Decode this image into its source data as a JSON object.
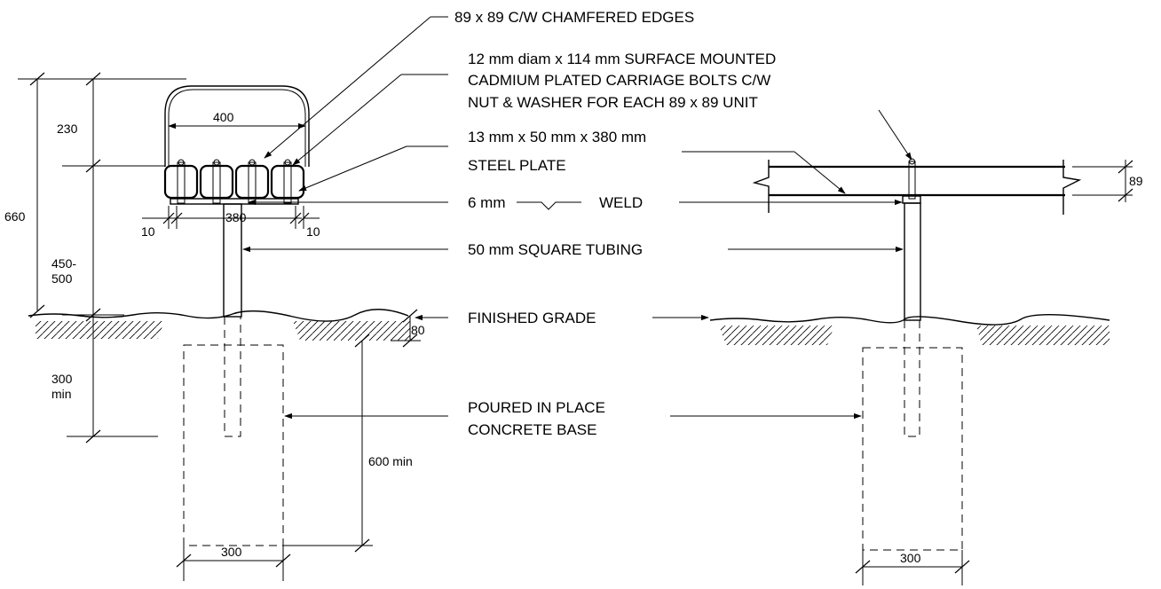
{
  "labels": {
    "chamfered": "89 x 89 C/W CHAMFERED EDGES",
    "bolts_line1": "12 mm diam x 114 mm SURFACE MOUNTED",
    "bolts_line2": "CADMIUM PLATED CARRIAGE BOLTS C/W",
    "bolts_line3": "NUT & WASHER FOR EACH 89 x 89 UNIT",
    "plate_line1": "13 mm x 50 mm x 380 mm",
    "plate_line2": "STEEL PLATE",
    "weld_size": "6 mm",
    "weld": "WELD",
    "tubing": "50 mm SQUARE TUBING",
    "grade": "FINISHED GRADE",
    "concrete_line1": "POURED IN PLACE",
    "concrete_line2": "CONCRETE BASE"
  },
  "dimensions": {
    "width_400": "400",
    "rail_230": "230",
    "overall_660": "660",
    "height_450": "450-",
    "height_500": "500",
    "plate_380": "380",
    "edge_10_left": "10",
    "edge_10_right": "10",
    "depth_80": "80",
    "embed_300": "300",
    "embed_min": "min",
    "base_600": "600 min",
    "base_300_left": "300",
    "base_300_right": "300",
    "member_89": "89"
  }
}
